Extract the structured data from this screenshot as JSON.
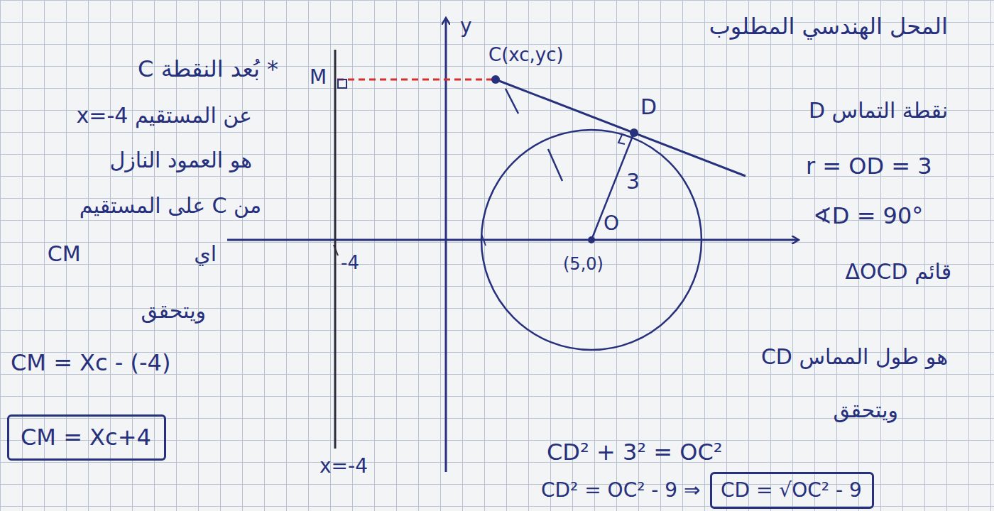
{
  "diagram": {
    "title": "المحل الهندسي المطلوب",
    "nodes": [
      {
        "text": [
          "CM = Xc+4"
        ]
      },
      {
        "text": [
          "CD = √OC² - 9"
        ]
      }
    ],
    "labels": [
      "* بُعد النقطة C",
      "عن المستقيم x=-4",
      "هو العمود النازل",
      "من C على المستقيم",
      "اي CM",
      "ويتحقق",
      "CM = Xc - (-4)",
      "D نقطة التماس",
      "r = OD = 3",
      "∢D = 90°",
      "ΔOCD قائم",
      "CD هو طول المماس",
      "ويتحقق",
      "CD² + 3² = OC²",
      "CD² = OC² - 9 ⇒",
      "y",
      "M",
      "C(xc,yc)",
      "D",
      "3",
      "O",
      "(5,0)",
      "-4",
      "x=-4"
    ]
  }
}
